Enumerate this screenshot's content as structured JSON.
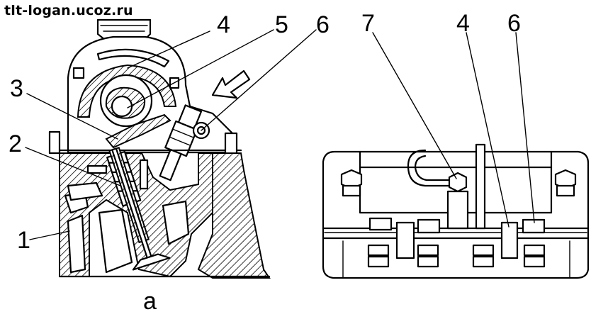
{
  "watermark": "tlt-logan.ucoz.ru",
  "figure_a": {
    "caption": "a",
    "callouts": [
      "1",
      "2",
      "3",
      "4",
      "5",
      "6"
    ]
  },
  "figure_b": {
    "callouts": [
      "7",
      "4",
      "6"
    ]
  }
}
